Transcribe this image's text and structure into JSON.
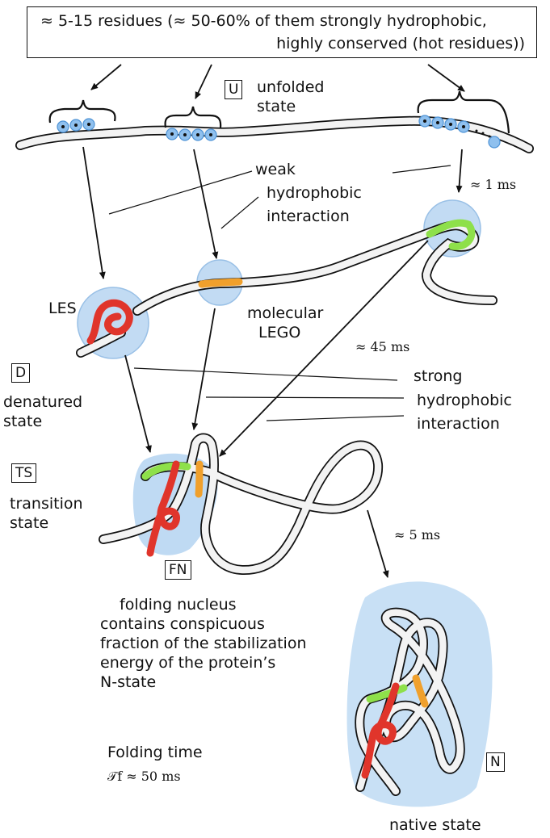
{
  "header": {
    "line1": "≈ 5-15 residues (≈ 50-60% of them strongly hydrophobic,",
    "line2": "highly conserved (hot residues))"
  },
  "states": {
    "unfolded": {
      "box": "U",
      "label_lines": [
        "unfolded",
        "state"
      ]
    },
    "denatured": {
      "box": "D",
      "label_lines": [
        "denatured",
        "state"
      ]
    },
    "transition": {
      "box": "TS",
      "label_lines": [
        "transition",
        "state"
      ]
    },
    "folding_nucleus": {
      "box": "FN",
      "label_lines": [
        "folding nucleus",
        "contains conspicuous",
        "fraction of the stabilization",
        "energy of the protein’s",
        "N-state"
      ]
    },
    "native": {
      "box": "N",
      "label": "native state"
    }
  },
  "labels": {
    "weak": [
      "weak",
      "hydrophobic",
      "interaction"
    ],
    "strong": [
      "strong",
      "hydrophobic",
      "interaction"
    ],
    "les": "LES",
    "lego": [
      "molecular",
      "LEGO"
    ]
  },
  "times": {
    "t1": "≈ 1 ms",
    "t45": "≈ 45 ms",
    "t5": "≈ 5 ms",
    "folding_time_label": "Folding time",
    "folding_time_value": "𝒯f ≈ 50 ms"
  },
  "colors": {
    "blue": "#9cc4ec",
    "red": "#e0352b",
    "green": "#8ee04a",
    "orange": "#f0a02c",
    "tube": "#f3f3f3"
  }
}
